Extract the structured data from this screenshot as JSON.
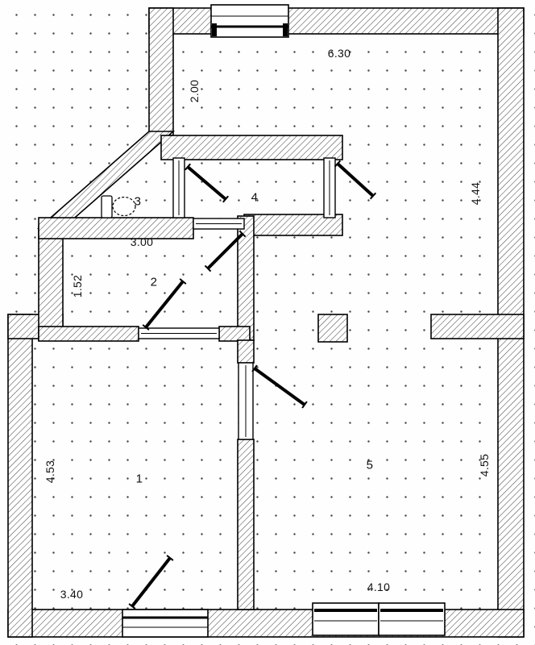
{
  "plan": {
    "rooms": {
      "room1": "1",
      "room2": "2",
      "room3": "3",
      "room4": "4",
      "room5": "5"
    },
    "dims": {
      "top_width": "6.30",
      "top_room_depth": "2.00",
      "right_upper_height": "4.44",
      "room3_width": "3.00",
      "room2_height": "1.52",
      "room1_height": "4.53",
      "room1_width": "3.40",
      "room5_height": "4.55",
      "room5_width": "4.10"
    }
  }
}
